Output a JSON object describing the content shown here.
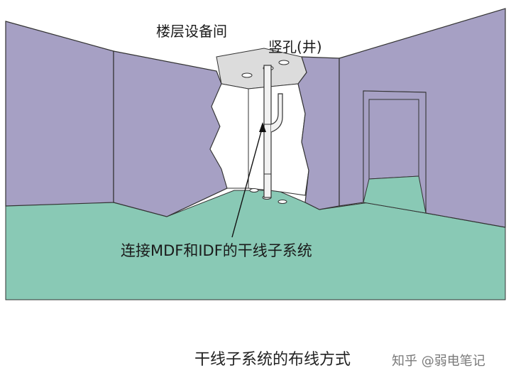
{
  "labels": {
    "equipment_room": "楼层设备间",
    "shaft": "竖孔(井)",
    "backbone": "连接MDF和IDF的干线子系统"
  },
  "caption": "干线子系统的布线方式",
  "watermark": "知乎 @弱电笔记",
  "colors": {
    "wall": "#a6a0c4",
    "floor": "#89c9b5",
    "shaft_ceiling": "#dcdcdc",
    "outline": "#333333",
    "background": "#ffffff"
  }
}
